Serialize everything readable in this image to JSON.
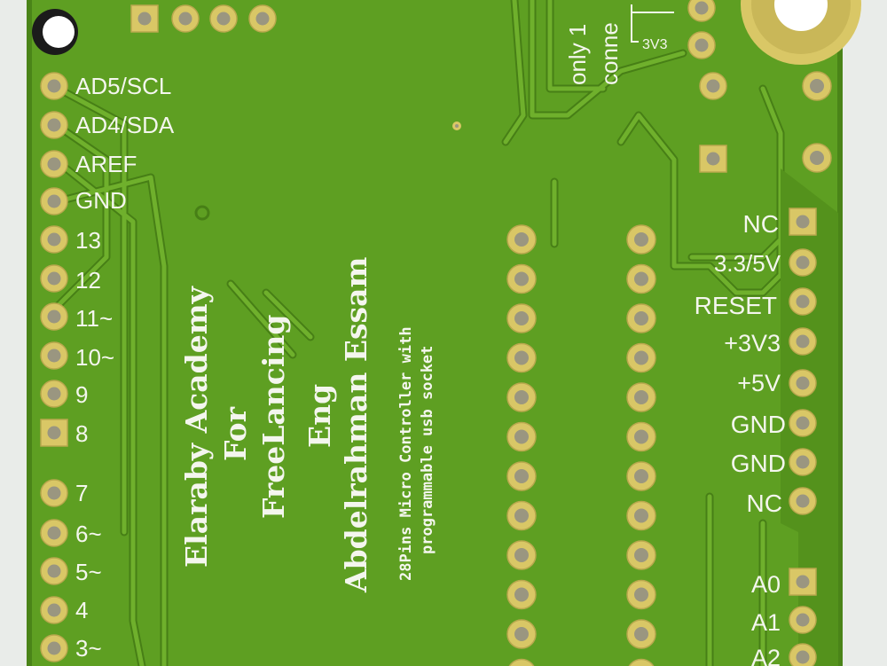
{
  "colors": {
    "board": "#5e9f22",
    "board_shadow": "#4a8418",
    "trace": "#6fb02c",
    "trace_edge": "#477f16",
    "pad_gold": "#d9c766",
    "pad_hole": "#9a9680",
    "silk": "#f4f6ee",
    "background": "#e9ece9"
  },
  "labels": {
    "left_header": [
      "AD5/SCL",
      "AD4/SDA",
      "AREF",
      "GND",
      "13",
      "12",
      "11~",
      "10~",
      "9",
      "8",
      "7",
      "6~",
      "5~",
      "4",
      "3~"
    ],
    "power_header": [
      "NC",
      "3.3/5V",
      "RESET",
      "+3V3",
      "+5V",
      "GND",
      "GND",
      "NC"
    ],
    "analog_header": [
      "A0",
      "A1",
      "A2"
    ],
    "top_right_note": [
      "only 1",
      "conne"
    ],
    "top_right_3v3": "3V3"
  },
  "text": {
    "academy_line1": "Elaraby Academy",
    "academy_line2": "For",
    "academy_line3": "FreeLancing",
    "designer_line1": "Eng",
    "designer_line2": "Abdelrahman Essam",
    "mcu_line1": "28Pins Micro Controller with",
    "mcu_line2": "programmable usb socket"
  }
}
